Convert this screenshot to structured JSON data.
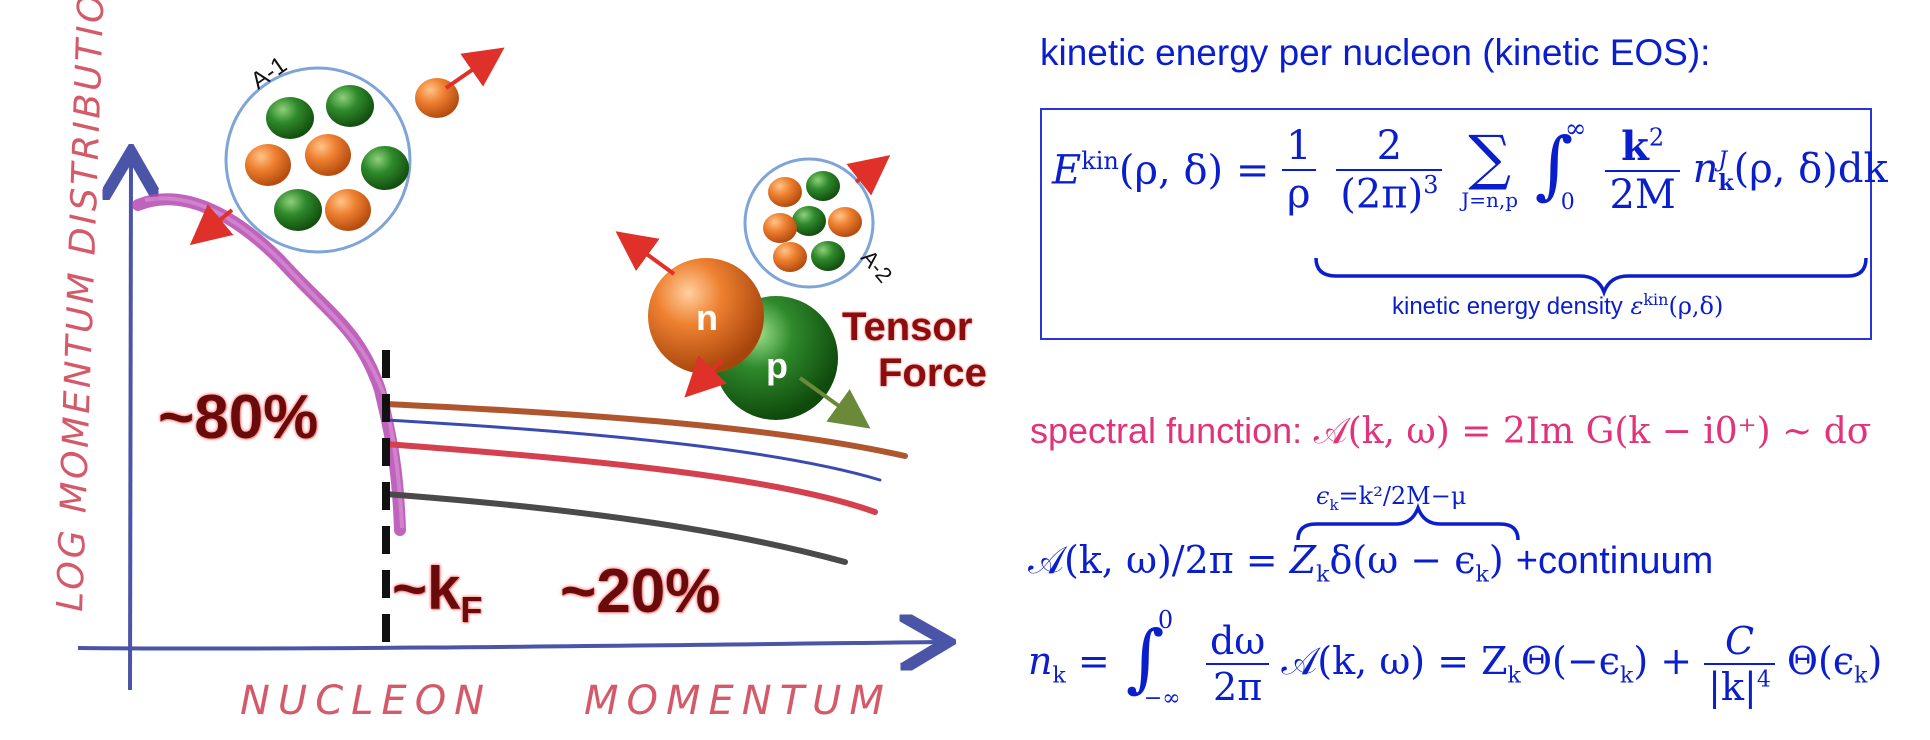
{
  "left_panel": {
    "y_axis_label": "LOG MOMENTUM DISTRIBUTION",
    "x_axis_label_1": "NUCLEON",
    "x_axis_label_2": "MOMENTUM",
    "pct_high": "~80%",
    "pct_low": "~20%",
    "kf_prefix": "~k",
    "kf_sub": "F",
    "label_a1": "A-1",
    "label_a2": "A-2",
    "neutron_label": "n",
    "proton_label": "p",
    "tensor_line1": "Tensor",
    "tensor_line2": "Force"
  },
  "right_panel": {
    "kinetic_heading": "kinetic energy per nucleon (kinetic EOS):",
    "eq1": {
      "lhs": "E",
      "lhs_sup": "kin",
      "lhs_args": "(ρ, δ) =",
      "one": "1",
      "rho": "ρ",
      "two": "2",
      "two_pi_cubed": "(2π)",
      "cube": "3",
      "sum": "∑",
      "sum_sub": "J=n,p",
      "integral": "∫",
      "int_upper": "∞",
      "int_lower": "0",
      "k_sq": "k",
      "sq": "2",
      "two_m": "2M",
      "n_sym": "n",
      "n_sup": "J",
      "n_sub": "k",
      "tail": "(ρ, δ)dk"
    },
    "density_label": "kinetic energy density",
    "density_symbol": "ε",
    "density_sup": "kin",
    "density_args": "(ρ,δ)",
    "spectral_label": "spectral function:",
    "spectral_eq": "𝒜(k, ω) = 2Im G(k − i0⁺) ∼ dσ",
    "brace_label": "ϵ",
    "brace_label_sub": "k",
    "brace_label_rest": "=k²/2M−μ",
    "eq3_lhs": "𝒜(k, ω)/2π =",
    "eq3_z": "Z",
    "eq3_z_sub": "k",
    "eq3_delta": "δ(ω − ϵ",
    "eq3_delta_sub": "k",
    "eq3_close": ")",
    "eq3_tail": "+continuum",
    "eq4_n": "n",
    "eq4_n_sub": "k",
    "eq4_eq": "=",
    "eq4_int": "∫",
    "eq4_upper": "0",
    "eq4_lower": "−∞",
    "eq4_dw": "dω",
    "eq4_2pi": "2π",
    "eq4_a": "𝒜(k, ω) = Z",
    "eq4_a_sub": "k",
    "eq4_theta": "Θ(−ϵ",
    "eq4_theta_sub": "k",
    "eq4_theta_close": ") +",
    "eq4_c": "C",
    "eq4_kabs": "|k|",
    "eq4_four": "4",
    "eq4_theta2": "Θ(ϵ",
    "eq4_theta2_sub": "k",
    "eq4_theta2_close": ")"
  },
  "colors": {
    "equation_blue": "#0a1ecc",
    "spectral_pink": "#e0337a",
    "curve_magenta": "#b548b0",
    "neutron_orange": "#e8792a",
    "proton_green": "#2f8a2c",
    "arrow_red": "#e0302a",
    "axis_blue": "#4a55a8"
  }
}
